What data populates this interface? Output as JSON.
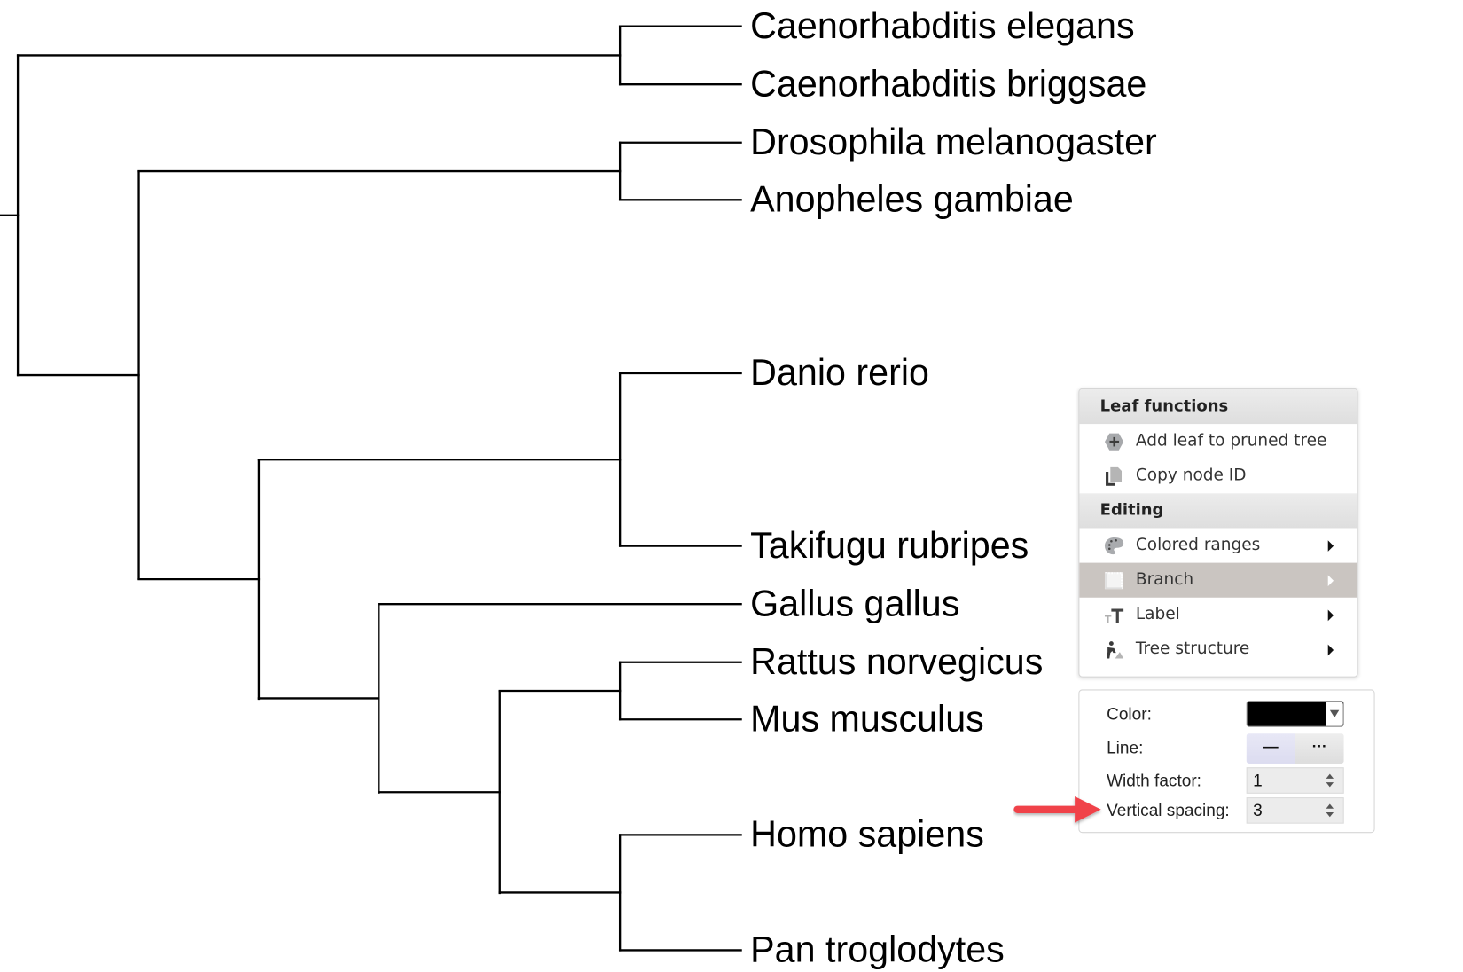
{
  "tree": {
    "leaves": [
      "Caenorhabditis elegans",
      "Caenorhabditis briggsae",
      "Drosophila melanogaster",
      "Anopheles gambiae",
      "Danio rerio",
      "Takifugu rubripes",
      "Gallus gallus",
      "Rattus norvegicus",
      "Mus musculus",
      "Homo sapiens",
      "Pan troglodytes"
    ],
    "branch_color": "#000000"
  },
  "context_menu": {
    "sections": [
      {
        "title": "Leaf functions",
        "items": [
          {
            "label": "Add leaf to pruned tree",
            "icon": "add-hexagon-icon",
            "submenu": false
          },
          {
            "label": "Copy node ID",
            "icon": "copy-icon",
            "submenu": false
          }
        ]
      },
      {
        "title": "Editing",
        "items": [
          {
            "label": "Colored ranges",
            "icon": "palette-icon",
            "submenu": true
          },
          {
            "label": "Branch",
            "icon": "branch-icon",
            "submenu": true,
            "active": true
          },
          {
            "label": "Label",
            "icon": "text-size-icon",
            "submenu": true
          },
          {
            "label": "Tree structure",
            "icon": "worker-icon",
            "submenu": true
          }
        ]
      }
    ]
  },
  "branch_panel": {
    "color_label": "Color:",
    "color_value": "#000000",
    "line_label": "Line:",
    "line_options": [
      "—",
      "···"
    ],
    "line_selected": "solid",
    "width_label": "Width factor:",
    "width_value": "1",
    "vspace_label": "Vertical spacing:",
    "vspace_value": "3"
  },
  "annotation": {
    "arrow_color": "#f0424a"
  }
}
